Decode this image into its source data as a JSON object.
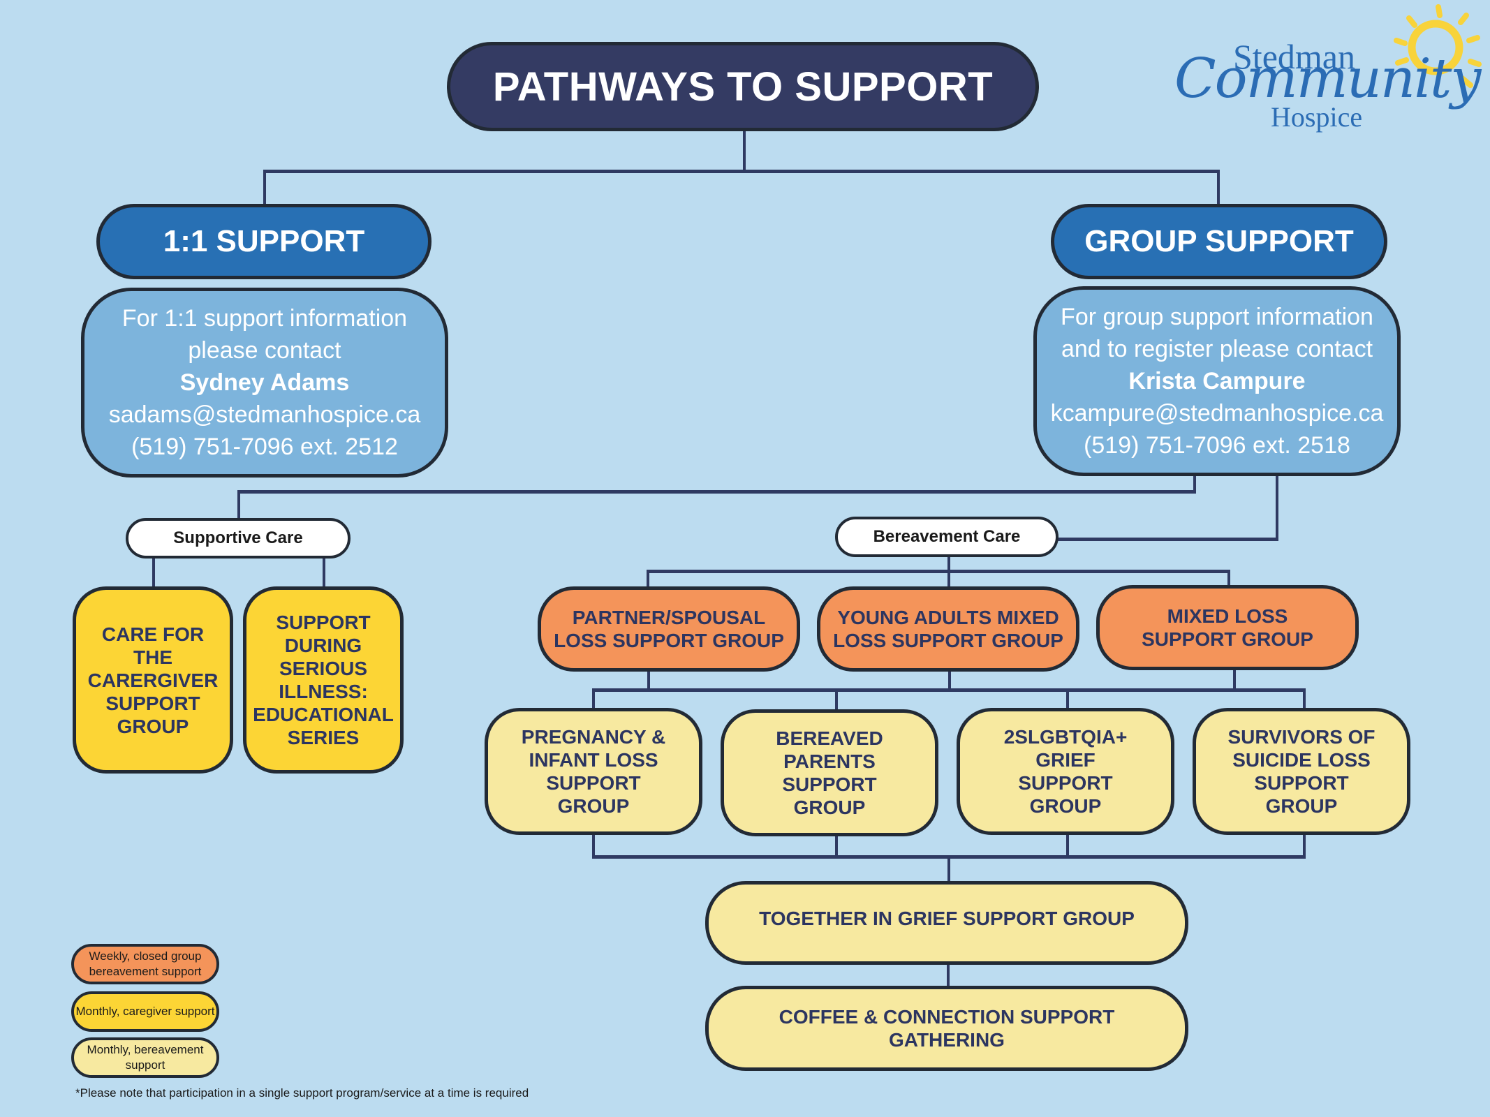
{
  "title": "PATHWAYS TO SUPPORT",
  "logo": {
    "line1": "Stedman",
    "line2": "Community",
    "line3": "Hospice",
    "icon": "sun-icon"
  },
  "branches": {
    "one_to_one": {
      "header": "1:1 SUPPORT",
      "contact": {
        "intro_line1": "For 1:1 support information",
        "intro_line2": "please contact",
        "name": "Sydney Adams",
        "email": "sadams@stedmanhospice.ca",
        "phone": "(519) 751-7096 ext. 2512"
      }
    },
    "group": {
      "header": "GROUP SUPPORT",
      "contact": {
        "intro_line1": "For group support information",
        "intro_line2": "and to register please contact",
        "name": "Krista Campure",
        "email": "kcampure@stedmanhospice.ca",
        "phone": "(519) 751-7096 ext. 2518"
      }
    }
  },
  "categories": {
    "supportive": {
      "label": "Supportive Care",
      "groups": [
        {
          "line1": "CARE FOR",
          "line2": "THE",
          "line3": "CARERGIVER",
          "line4": "SUPPORT",
          "line5": "GROUP",
          "type": "monthly-caregiver"
        },
        {
          "line1": "SUPPORT",
          "line2": "DURING",
          "line3": "SERIOUS",
          "line4": "ILLNESS:",
          "line5": "EDUCATIONAL",
          "line6": "SERIES",
          "type": "monthly-caregiver"
        }
      ]
    },
    "bereavement": {
      "label": "Bereavement Care",
      "weekly_groups": [
        {
          "line1": "PARTNER/SPOUSAL",
          "line2": "LOSS SUPPORT GROUP",
          "type": "weekly-closed"
        },
        {
          "line1": "YOUNG ADULTS MIXED",
          "line2": "LOSS  SUPPORT GROUP",
          "type": "weekly-closed"
        },
        {
          "line1": "MIXED LOSS",
          "line2": "SUPPORT GROUP",
          "type": "weekly-closed"
        }
      ],
      "monthly_groups": [
        {
          "line1": "PREGNANCY &",
          "line2": "INFANT LOSS",
          "line3": "SUPPORT",
          "line4": "GROUP",
          "type": "monthly-bereavement"
        },
        {
          "line1": "BEREAVED",
          "line2": "PARENTS",
          "line3": "SUPPORT",
          "line4": "GROUP",
          "type": "monthly-bereavement"
        },
        {
          "line1": "2SLGBTQIA+",
          "line2": "GRIEF",
          "line3": "SUPPORT",
          "line4": "GROUP",
          "type": "monthly-bereavement"
        },
        {
          "line1": "SURVIVORS OF",
          "line2": "SUICIDE LOSS",
          "line3": "SUPPORT",
          "line4": "GROUP",
          "type": "monthly-bereavement"
        }
      ],
      "together": {
        "line1": "TOGETHER IN GRIEF SUPPORT GROUP",
        "type": "monthly-bereavement"
      },
      "coffee": {
        "line1": "COFFEE & CONNECTION SUPPORT",
        "line2": "GATHERING",
        "type": "monthly-bereavement"
      }
    }
  },
  "legend": [
    {
      "line1": "Weekly, closed group",
      "line2": "bereavement support",
      "color": "#f4945a"
    },
    {
      "line1": "Monthly, caregiver support",
      "color": "#fcd535"
    },
    {
      "line1": "Monthly, bereavement support",
      "color": "#f7e9a0"
    }
  ],
  "footnote": "*Please note that participation in a single support program/service at a time is required",
  "colors": {
    "background": "#bcdcf0",
    "title_fill": "#343b63",
    "header_fill": "#2870b4",
    "contact_fill": "#7db4dc",
    "connector": "#2f3a62",
    "weekly": "#f4945a",
    "monthly_caregiver": "#fcd535",
    "monthly_bereavement": "#f7e9a0"
  }
}
